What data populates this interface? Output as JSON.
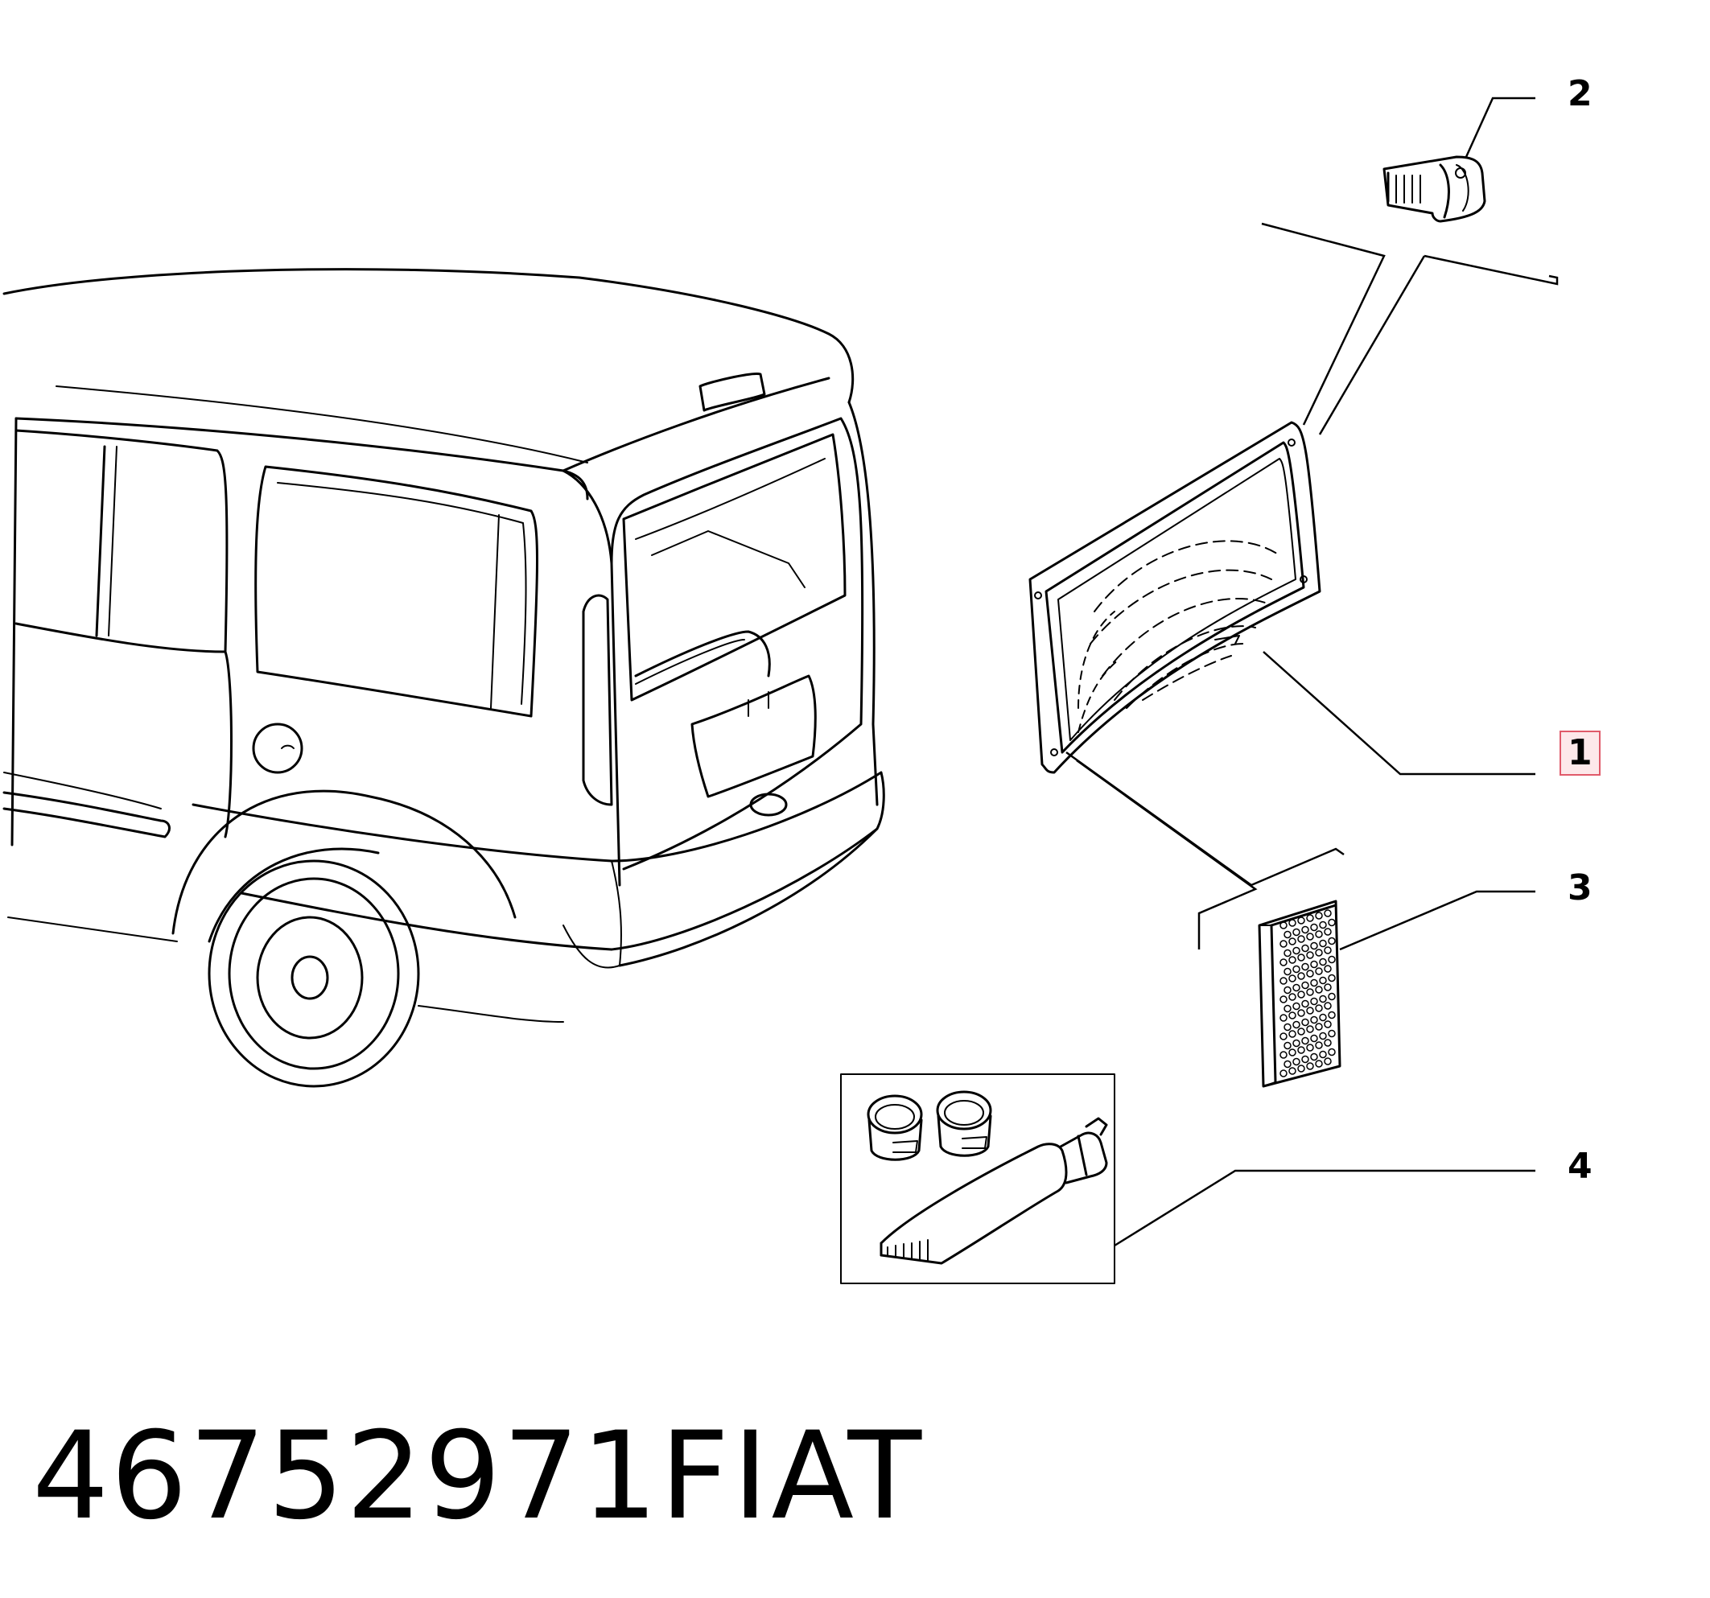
{
  "callouts": [
    {
      "id": "1",
      "label": "1",
      "highlighted": true
    },
    {
      "id": "2",
      "label": "2",
      "highlighted": false
    },
    {
      "id": "3",
      "label": "3",
      "highlighted": false
    },
    {
      "id": "4",
      "label": "4",
      "highlighted": false
    }
  ],
  "footer": {
    "part_number": "46752971",
    "brand": "FIAT"
  },
  "colors": {
    "line": "#000000",
    "highlight_border": "#e05a6a",
    "highlight_fill": "#fde8ea",
    "background": "#ffffff"
  }
}
